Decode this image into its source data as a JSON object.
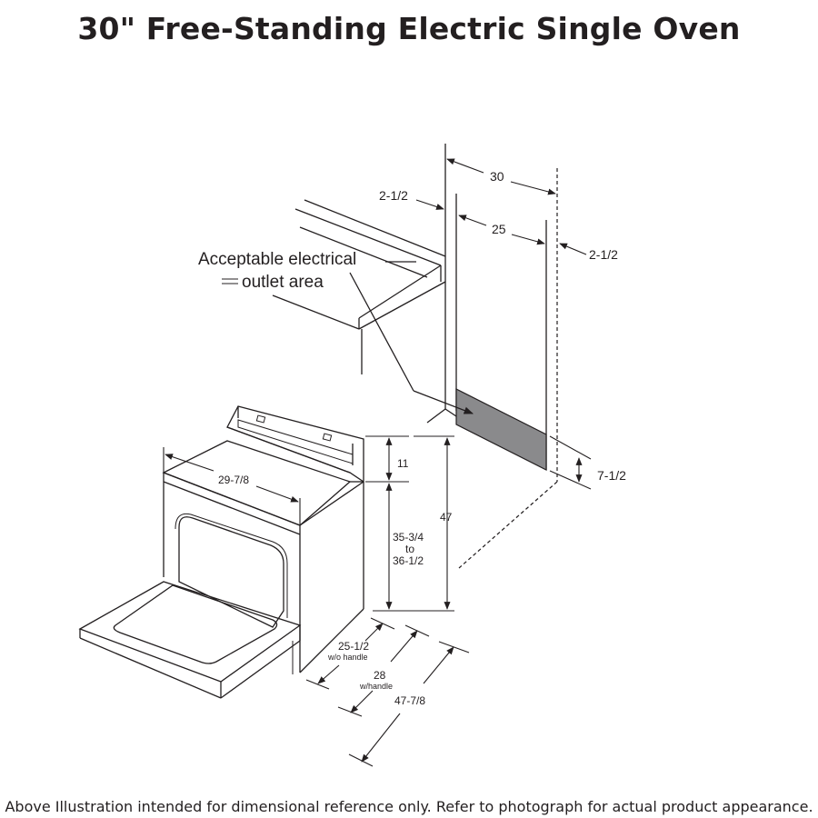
{
  "title": "30\" Free-Standing Electric Single Oven",
  "footer": "Above Illustration intended for dimensional reference only. Refer to photograph for actual product appearance.",
  "callout": {
    "line1": "Acceptable electrical",
    "line2": "outlet area"
  },
  "dimensions": {
    "cabinet_width": "30",
    "wall_left_offset": "2-1/2",
    "outlet_width": "25",
    "wall_right_offset": "2-1/2",
    "outlet_height": "7-1/2",
    "backguard_height": "11",
    "overall_height": "47",
    "cooktop_height_line1": "35-3/4",
    "cooktop_height_line2": "to",
    "cooktop_height_line3": "36-1/2",
    "width": "29-7/8",
    "depth_no_handle": "25-1/2",
    "depth_no_handle_note": "w/o handle",
    "depth_handle": "28",
    "depth_handle_note": "w/handle",
    "depth_door_open": "47-7/8"
  },
  "colors": {
    "line": "#231f20",
    "outlet_fill": "#8a8a8c"
  }
}
